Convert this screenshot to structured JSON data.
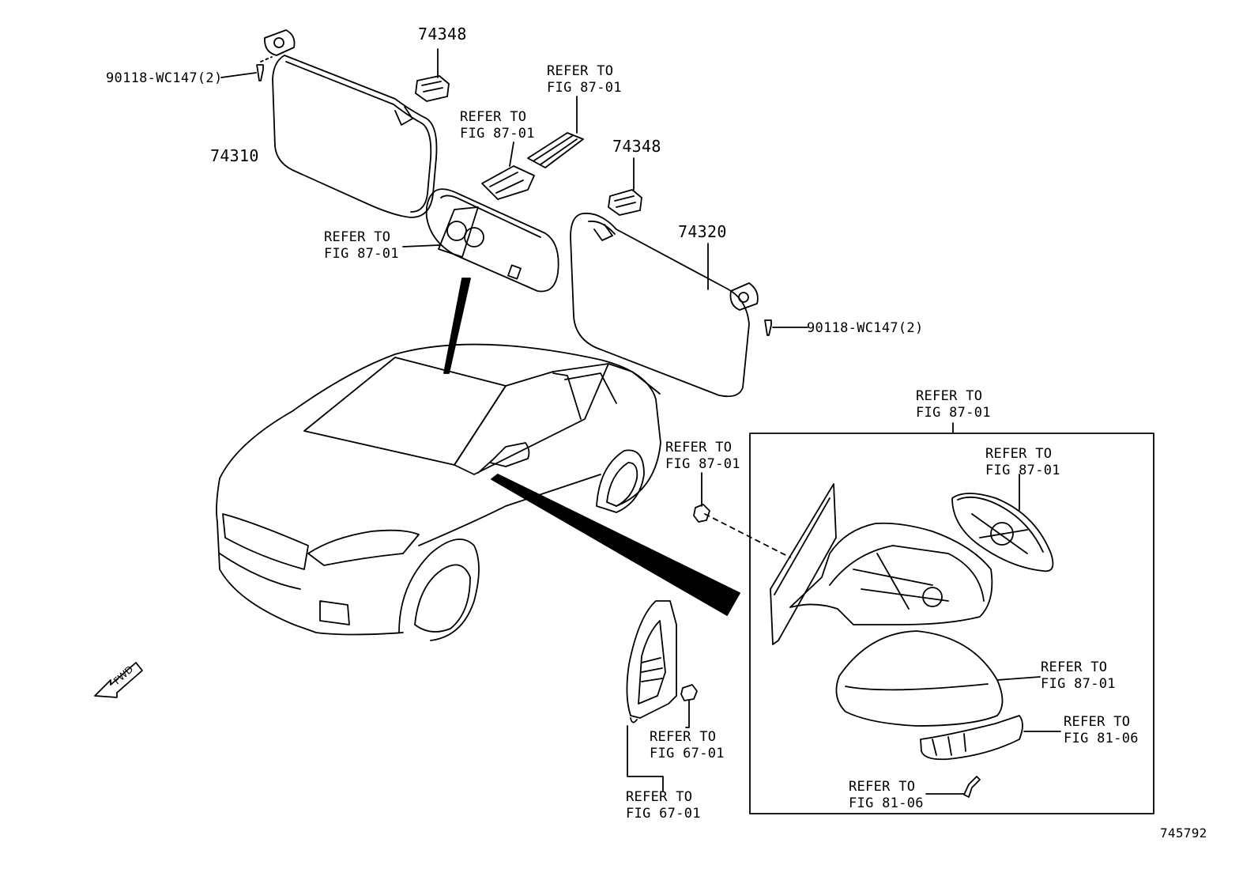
{
  "parts": {
    "visor_left": "74310",
    "visor_right": "74320",
    "holder_1": "74348",
    "holder_2": "74348",
    "screw_left": "90118-WC147(2)",
    "screw_right": "90118-WC147(2)"
  },
  "refs": {
    "rearview_mirror": [
      "REFER TO",
      "FIG 87-01"
    ],
    "cover_a": [
      "REFER TO",
      "FIG 87-01"
    ],
    "cover_b": [
      "REFER TO",
      "FIG 87-01"
    ],
    "mirror_assembly": [
      "REFER TO",
      "FIG 87-01"
    ],
    "mirror_glass": [
      "REFER TO",
      "FIG 87-01"
    ],
    "mount_nut": [
      "REFER TO",
      "FIG 87-01"
    ],
    "mirror_cover": [
      "REFER TO",
      "FIG 87-01"
    ],
    "turn_signal": [
      "REFER TO",
      "FIG 81-06"
    ],
    "signal_screw": [
      "REFER TO",
      "FIG 81-06"
    ],
    "garnish_clip": [
      "REFER TO",
      "FIG 67-01"
    ],
    "garnish": [
      "REFER TO",
      "FIG 67-01"
    ]
  },
  "fwd_arrow": "FWD",
  "figure_number": "745792"
}
